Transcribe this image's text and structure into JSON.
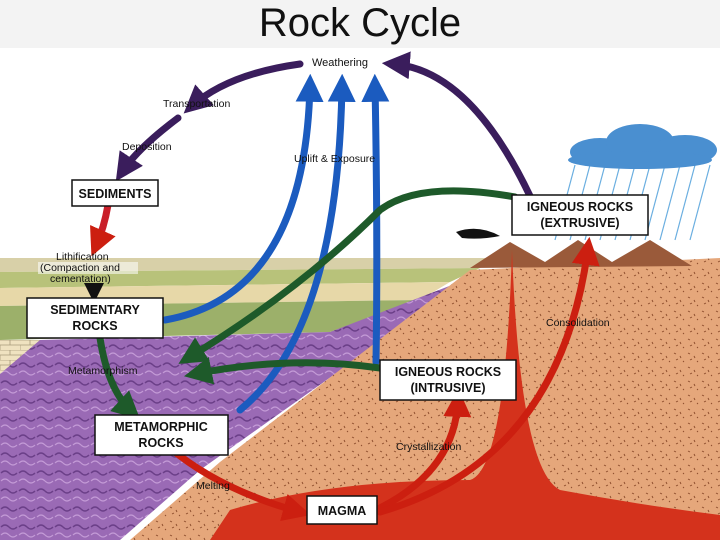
{
  "slide": {
    "title": "Rock Cycle"
  },
  "boxes": {
    "sediments": "SEDIMENTS",
    "sedimentary_line1": "SEDIMENTARY",
    "sedimentary_line2": "ROCKS",
    "metamorphic_line1": "METAMORPHIC",
    "metamorphic_line2": "ROCKS",
    "magma": "MAGMA",
    "igneous_intrusive_line1": "IGNEOUS ROCKS",
    "igneous_intrusive_line2": "(INTRUSIVE)",
    "igneous_extrusive_line1": "IGNEOUS ROCKS",
    "igneous_extrusive_line2": "(EXTRUSIVE)"
  },
  "processes": {
    "weathering": "Weathering",
    "transportation": "Transportation",
    "deposition": "Deposition",
    "uplift_exposure": "Uplift & Exposure",
    "lithification_line1": "Lithification",
    "lithification_line2": "(Compaction and",
    "lithification_line3": "cementation)",
    "metamorphism": "Metamorphism",
    "melting": "Melting",
    "crystallization": "Crystallization",
    "consolidation": "Consolidation"
  },
  "colors": {
    "weathering_arrow": "#3a1d5c",
    "uplift_arrow": "#1b5bbf",
    "metamorphism_arrow": "#1e5a2a",
    "magma_arrow": "#cc1f10",
    "rain_cloud": "#4a8fd0",
    "rock_tan": "#e5a77b",
    "metamorphic_purple": "#9a6ab5"
  }
}
